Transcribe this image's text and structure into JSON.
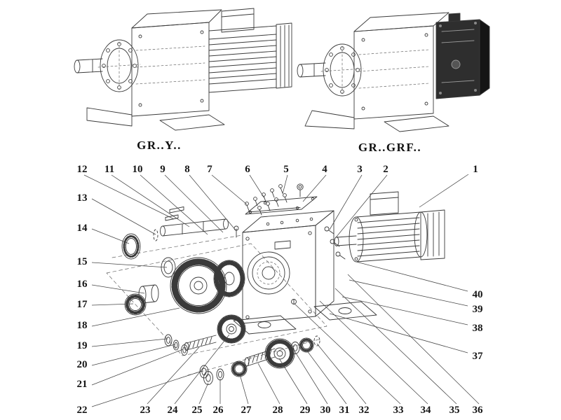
{
  "diagram": {
    "background": "#ffffff",
    "ink": "#3a3a3a",
    "adapter_fill": "#2e2e2e",
    "adapter_side_fill": "#151515",
    "labels": {
      "left_variant": "GR..Y..",
      "right_variant": "GR..GRF.."
    },
    "callouts": [
      "1",
      "2",
      "3",
      "4",
      "5",
      "6",
      "7",
      "8",
      "9",
      "10",
      "11",
      "12",
      "13",
      "14",
      "15",
      "16",
      "17",
      "18",
      "19",
      "20",
      "21",
      "22",
      "23",
      "24",
      "25",
      "26",
      "27",
      "28",
      "29",
      "30",
      "31",
      "32",
      "33",
      "34",
      "35",
      "36",
      "37",
      "38",
      "39",
      "40"
    ]
  }
}
